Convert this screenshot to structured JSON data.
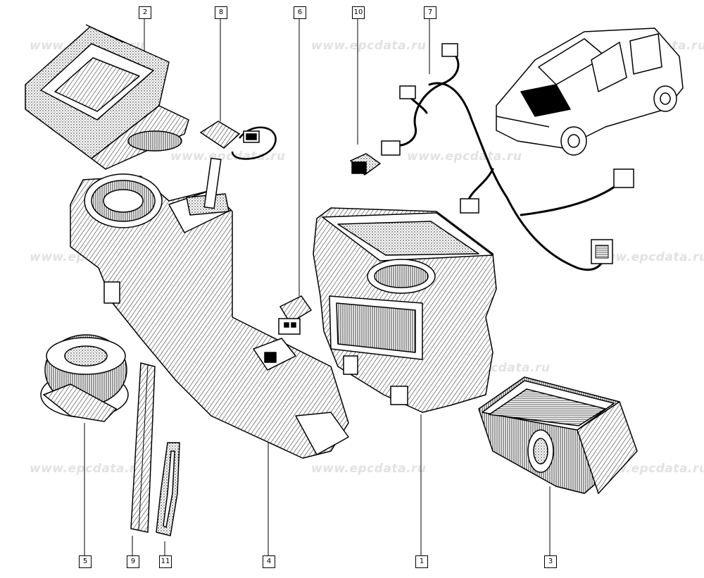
{
  "watermark": {
    "text": "www.epcdata.ru"
  },
  "callouts": {
    "c1": "1",
    "c2": "2",
    "c3": "3",
    "c4": "4",
    "c5": "5",
    "c6": "6",
    "c7": "7",
    "c8": "8",
    "c9": "9",
    "c10": "10",
    "c11": "11"
  }
}
